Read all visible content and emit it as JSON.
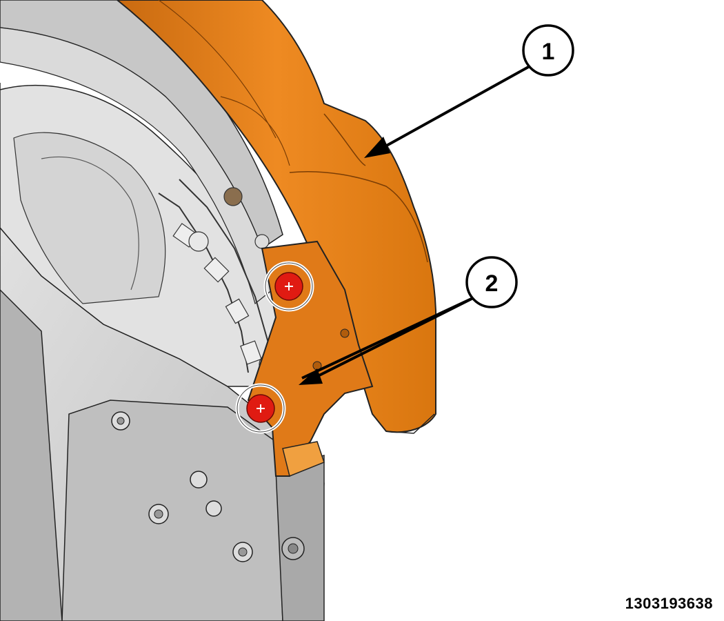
{
  "callouts": [
    {
      "id": "1",
      "label": "1"
    },
    {
      "id": "2",
      "label": "2"
    }
  ],
  "reference_number": "1303193638",
  "colors": {
    "highlight_part": "#e8821e",
    "highlight_dark": "#b75f0c",
    "fastener": "#e01b12",
    "structure": "#cfcfcf",
    "structure_light": "#e4e4e4",
    "structure_dark": "#8a8a8a",
    "outline": "#1a1a1a"
  }
}
